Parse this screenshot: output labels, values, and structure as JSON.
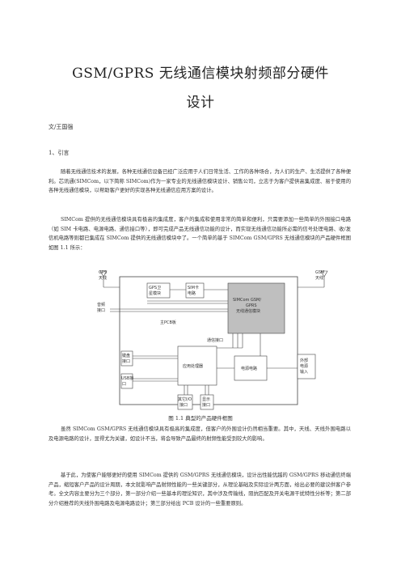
{
  "title_line1": "GSM/GPRS 无线通信模块射频部分硬件",
  "title_line2": "设计",
  "author": "文/王国强",
  "section_heading": "1、引言",
  "para1": "随着无线通信技术的发展，各种无线通信设备已经广泛应用于人们日常生活、工作的各种场合，为人们的生产、生活提供了各种便利。芯讯通(SIMCom，以下简称 SIMCom)作为一家专业的无线通信模块设计、销售公司，立志于为客户提供高集成度、易于使用的各种无线通信模块，以帮助客户更好的实现各种无线通信应用方案的设计。",
  "para2": "SIMCom 提供的无线通信模块具有极高的集成度，客户的集成和使用非常的简单和便利，只需要添加一些简单的外围接口电路（如 SIM 卡电路、电源电路、通信接口等），即可完成产品无线通信功能的设计，而实现无线通信功能所必需的信号处理电路、收/发信机电路等则都已集成在 SIMCom 提供的无线通信模块中了。一个简单的基于 SIMCom GSM/GPRS 无线通信模块的产品硬件框图如图 1.1 所示：",
  "figure": {
    "caption": "图 1.1 典型的产品硬件框图",
    "gps_antenna": [
      "GPS",
      "天线"
    ],
    "gsm_antenna": [
      "GSM",
      "天线"
    ],
    "gps_module": [
      "GPS卫",
      "星模块"
    ],
    "sim_card": [
      "SIM卡",
      "电路"
    ],
    "simcom_module": [
      "SIMCom GSM/",
      "GPRS",
      "无线通信模块"
    ],
    "audio_interface": [
      "音频",
      "接口"
    ],
    "main_pcb": "主PCB板",
    "comm_interface": "通信接口",
    "app_processor": "应用处理器",
    "keyboard_interface": [
      "键盘",
      "接口"
    ],
    "usb_interface": [
      "USB接",
      "口"
    ],
    "power_circuit": "电源电路",
    "ext_power": [
      "外部",
      "电源",
      "输入"
    ],
    "other_io": [
      "其它I/O",
      "接口"
    ],
    "display_interface": [
      "显示",
      "接口"
    ]
  },
  "para3": "虽然 SIMCom GSM/GPRS 无线通信模块具有极高的集成度，但客户的外围设计仍然相当重要。其中，天线、天线外围电路以及电源电路的设计，显得尤为关键，如设计不当，将会导致产品最终的射频性能受到较大的影响。",
  "para4": "基于此，为使客户能够更好的使用 SIMCom 提供的 GSM/GPRS 无线通信模块，设计出性能优越的 GSM/GPRS 移动通信终端产品，缩短客户产品的设计周期，本文就影响产品射频性能的一些关键部分，从理论基础及实际设计两方面，给出必要的建议供客户参考。全文内容主要分为三个部分，第一部分介绍一些基本的理论知识，其中涉及传输线，阻抗匹配及开关电源干扰特性分析等；第二部分介绍推荐的天线外围电路及电源电路设计；第三部分给出 PCB 设计的一些重要原则。"
}
